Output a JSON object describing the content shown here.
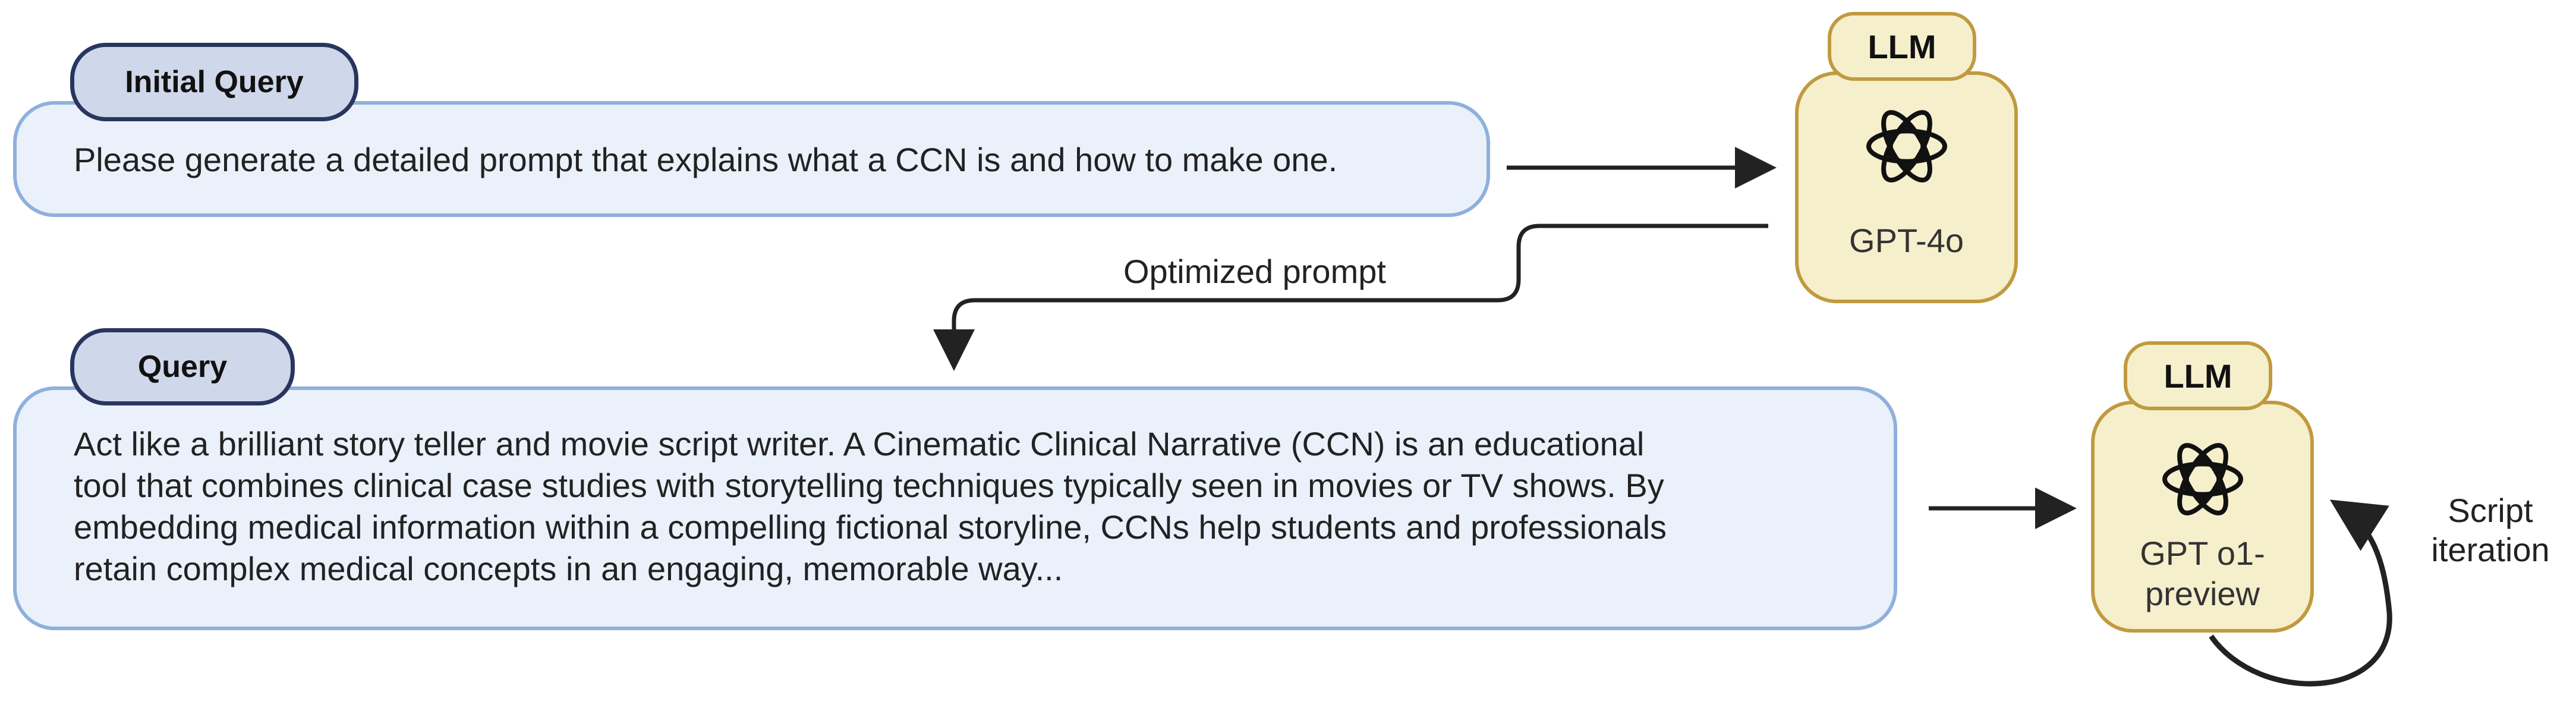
{
  "initial_query": {
    "tag": "Initial Query",
    "text": "Please generate a detailed prompt that explains what a CCN is and how to make one."
  },
  "query": {
    "tag": "Query",
    "lines": [
      "Act like a brilliant story teller and movie script writer. A Cinematic Clinical Narrative (CCN) is an educational",
      "tool that combines clinical case studies with storytelling techniques typically seen in movies or TV shows. By",
      "embedding medical information within a compelling fictional storyline, CCNs help students and professionals",
      "retain complex medical concepts in an engaging, memorable way..."
    ]
  },
  "llm_top": {
    "tag": "LLM",
    "model": "GPT-4o",
    "icon": "openai-logo-icon"
  },
  "llm_bottom": {
    "tag": "LLM",
    "model_lines": [
      "GPT o1-",
      "preview"
    ],
    "icon": "openai-logo-icon"
  },
  "edges": {
    "optimized_prompt": "Optimized prompt",
    "script_iteration_lines": [
      "Script",
      "iteration"
    ]
  },
  "colors": {
    "query_fill": "#eaf1fb",
    "query_border": "#8fb0dc",
    "tag_fill": "#cfd7ea",
    "tag_border": "#28365f",
    "llm_fill": "#f5efcc",
    "llm_border": "#c09a3e"
  }
}
